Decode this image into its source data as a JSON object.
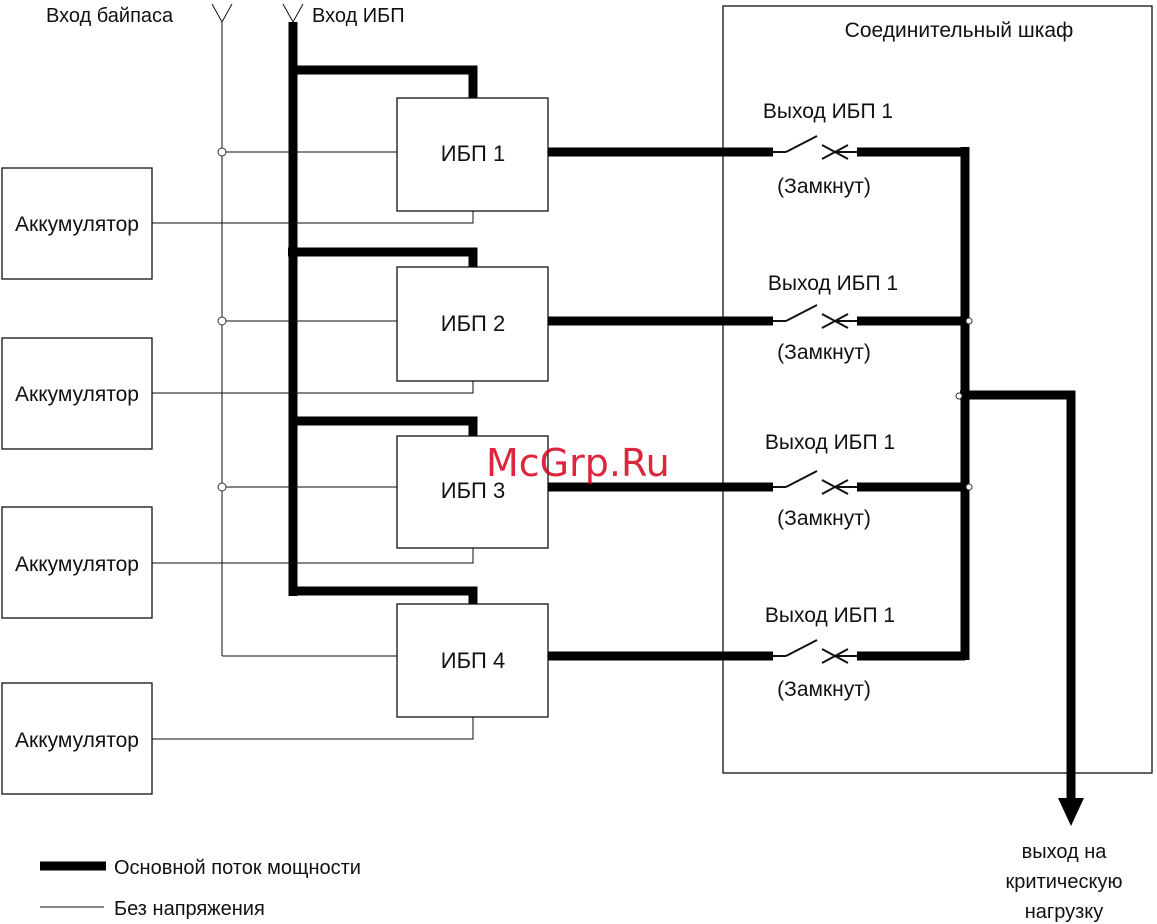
{
  "inputs": {
    "bypass": "Вход байпаса",
    "ups": "Вход ИБП"
  },
  "cabinet": {
    "title": "Соединительный шкаф"
  },
  "ups_units": [
    {
      "label": "ИБП 1"
    },
    {
      "label": "ИБП 2"
    },
    {
      "label": "ИБП 3"
    },
    {
      "label": "ИБП 4"
    }
  ],
  "batteries": [
    {
      "label": "Аккумулятор"
    },
    {
      "label": "Аккумулятор"
    },
    {
      "label": "Аккумулятор"
    },
    {
      "label": "Аккумулятор"
    }
  ],
  "breakers": [
    {
      "label": "Выход ИБП 1",
      "state": "(Замкнут)"
    },
    {
      "label": "Выход ИБП 1",
      "state": "(Замкнут)"
    },
    {
      "label": "Выход ИБП 1",
      "state": "(Замкнут)"
    },
    {
      "label": "Выход ИБП 1",
      "state": "(Замкнут)"
    }
  ],
  "output": {
    "line1": "выход на",
    "line2": "критическую",
    "line3": "нагрузку"
  },
  "legend": {
    "main_flow": "Основной поток мощности",
    "no_voltage": "Без напряжения"
  },
  "watermark": "McGrp.Ru"
}
